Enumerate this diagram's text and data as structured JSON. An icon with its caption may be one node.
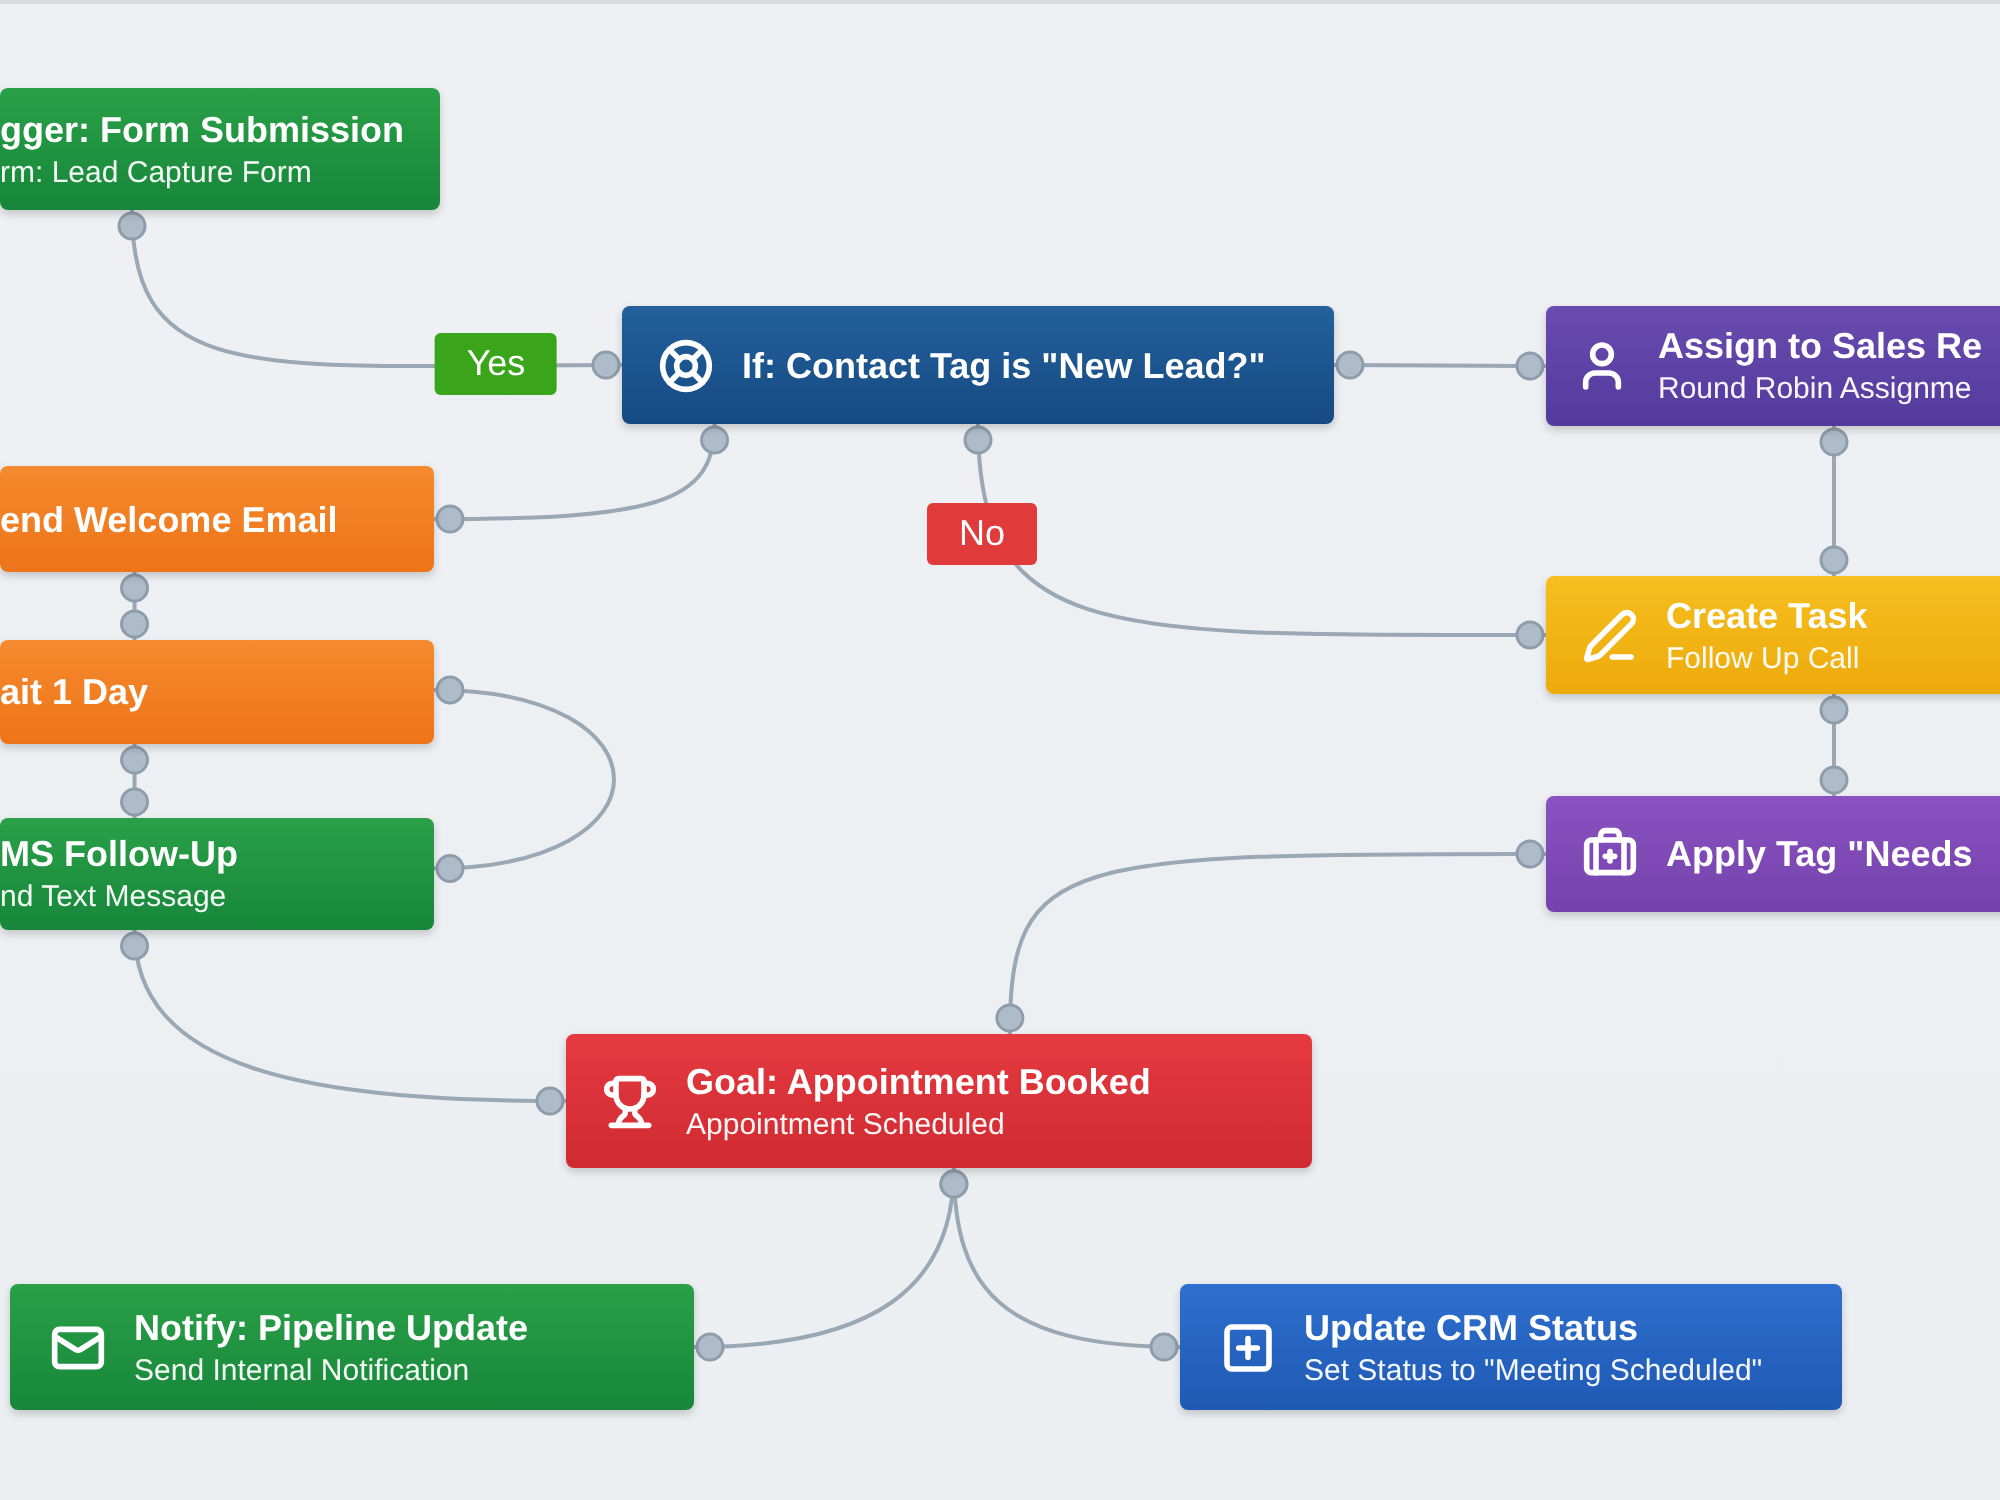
{
  "diagram": {
    "nodes": [
      {
        "text": [
          "gger: Form Submission",
          "rm: Lead Capture Form"
        ]
      },
      {
        "text": [
          "If: Contact Tag is \"New Lead?\""
        ]
      },
      {
        "text": [
          "end Welcome Email"
        ]
      },
      {
        "text": [
          "ait 1 Day"
        ]
      },
      {
        "text": [
          "MS Follow-Up",
          "nd Text Message"
        ]
      },
      {
        "text": [
          "Assign to Sales Re",
          "Round Robin Assignme"
        ]
      },
      {
        "text": [
          "Create Task",
          "Follow Up Call"
        ]
      },
      {
        "text": [
          "Apply Tag \"Needs"
        ]
      },
      {
        "text": [
          "Goal: Appointment Booked",
          "Appointment Scheduled"
        ]
      },
      {
        "text": [
          "Notify: Pipeline Update",
          "Send Internal Notification"
        ]
      },
      {
        "text": [
          "Update CRM Status",
          "Set Status to \"Meeting Scheduled\""
        ]
      }
    ],
    "edges": [
      {
        "from": 0,
        "to": 1,
        "arrow": "other",
        "label": "Yes"
      },
      {
        "from": 1,
        "to": 2,
        "arrow": "other"
      },
      {
        "from": 1,
        "to": 6,
        "arrow": "other",
        "label": "No"
      },
      {
        "from": 1,
        "to": 5,
        "arrow": "other"
      },
      {
        "from": 5,
        "to": 6,
        "arrow": "other"
      },
      {
        "from": 6,
        "to": 7,
        "arrow": "other"
      },
      {
        "from": 2,
        "to": 3,
        "arrow": "other"
      },
      {
        "from": 3,
        "to": 4,
        "arrow": "other"
      },
      {
        "from": 3,
        "to": 4,
        "arrow": "other"
      },
      {
        "from": 4,
        "to": 8,
        "arrow": "other"
      },
      {
        "from": 7,
        "to": 8,
        "arrow": "other"
      },
      {
        "from": 8,
        "to": 9,
        "arrow": "other"
      },
      {
        "from": 8,
        "to": 10,
        "arrow": "other"
      }
    ]
  }
}
